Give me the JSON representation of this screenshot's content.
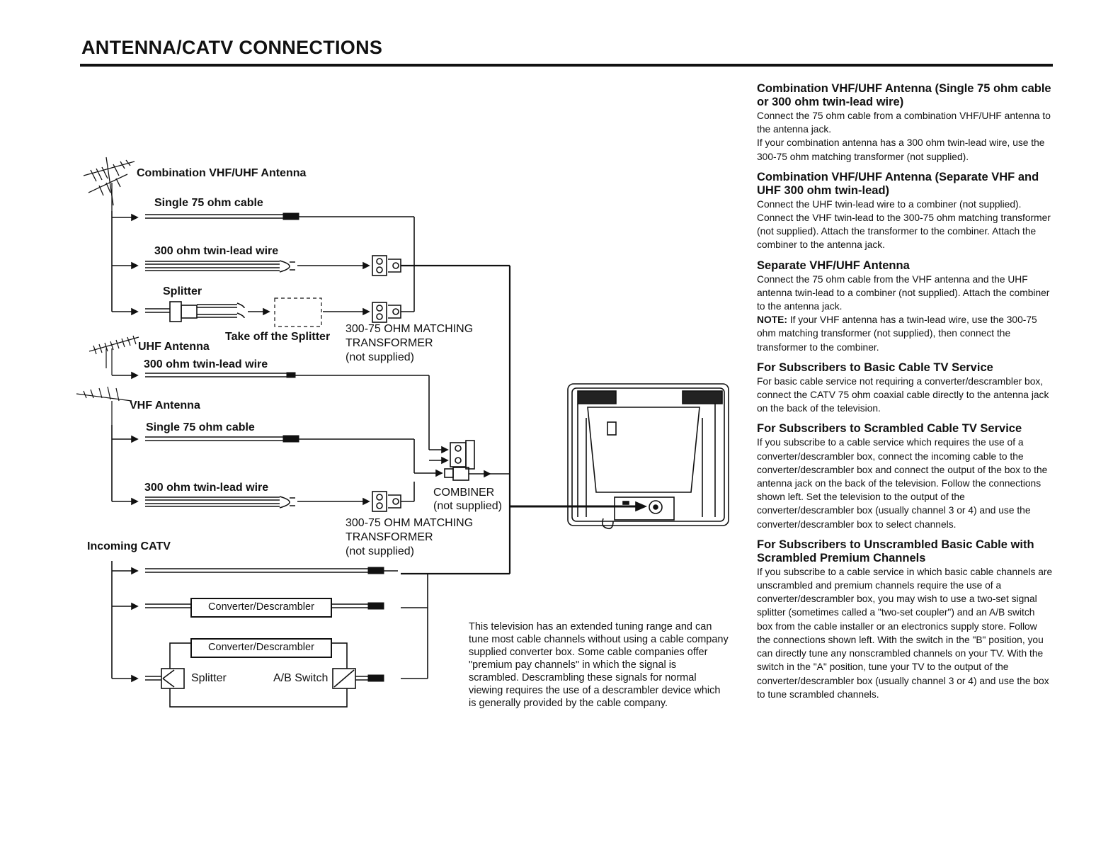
{
  "title": "ANTENNA/CATV CONNECTIONS",
  "diagram": {
    "combo_antenna": "Combination VHF/UHF Antenna",
    "single_cable_1": "Single 75 ohm cable",
    "twin_lead_1": "300 ohm twin-lead wire",
    "splitter_top": "Splitter",
    "take_off": "Take off the Splitter",
    "transformer_1": [
      "300-75 OHM MATCHING",
      "TRANSFORMER",
      "(not supplied)"
    ],
    "uhf_antenna": "UHF Antenna",
    "twin_lead_uhf": "300 ohm twin-lead wire",
    "vhf_antenna": "VHF Antenna",
    "single_cable_vhf": "Single 75 ohm cable",
    "twin_lead_vhf": "300 ohm twin-lead wire",
    "combiner": [
      "COMBINER",
      "(not supplied)"
    ],
    "transformer_2": [
      "300-75 OHM MATCHING",
      "TRANSFORMER",
      "(not supplied)"
    ],
    "incoming_catv": "Incoming CATV",
    "converter_1": "Converter/Descrambler",
    "converter_2": "Converter/Descrambler",
    "splitter_bottom": "Splitter",
    "ab_switch": "A/B Switch"
  },
  "middle_note": "This television has an extended tuning range and can tune most cable channels without using a cable company supplied converter box. Some cable companies offer \"premium pay channels\" in which the signal is scrambled. Descrambling these signals for normal viewing requires the use of a descrambler device which is generally provided by the cable company.",
  "sections": [
    {
      "heading": "Combination VHF/UHF Antenna (Single 75 ohm cable or 300 ohm twin-lead wire)",
      "paragraphs": [
        "Connect the 75 ohm cable from a combination VHF/UHF antenna to the antenna jack.",
        "If your combination antenna has a 300 ohm twin-lead wire, use the 300-75 ohm matching transformer (not supplied)."
      ]
    },
    {
      "heading": "Combination VHF/UHF Antenna (Separate VHF and UHF 300 ohm twin-lead)",
      "paragraphs": [
        "Connect the UHF twin-lead wire to a combiner (not supplied). Connect the VHF twin-lead to the 300-75 ohm matching transformer (not supplied). Attach the transformer to the combiner. Attach the combiner to the antenna jack."
      ]
    },
    {
      "heading": "Separate VHF/UHF Antenna",
      "paragraphs": [
        "Connect the 75 ohm cable from the VHF antenna and the UHF antenna twin-lead to a combiner (not supplied). Attach the combiner to the antenna jack."
      ],
      "note_label": "NOTE:",
      "note_text": " If your VHF antenna has a twin-lead wire, use the 300-75 ohm matching transformer (not supplied), then connect the transformer to the combiner."
    },
    {
      "heading": "For Subscribers to Basic Cable TV Service",
      "paragraphs": [
        "For basic cable service not requiring a converter/descrambler box, connect the CATV 75 ohm coaxial cable directly to the antenna jack on the back of the television."
      ]
    },
    {
      "heading": "For Subscribers to Scrambled Cable TV Service",
      "paragraphs": [
        "If you subscribe to a cable service which requires the use of a converter/descrambler box, connect the incoming cable to the converter/descrambler box and connect the output of the box to the antenna jack on the back of the television. Follow the connections shown left. Set the television to the output of the converter/descrambler box (usually channel 3 or 4) and use the converter/descrambler box to select channels."
      ]
    },
    {
      "heading": "For Subscribers to Unscrambled Basic Cable with Scrambled Premium Channels",
      "paragraphs": [
        "If you subscribe to a cable service in which basic cable channels are unscrambled and premium channels require the use of a converter/descrambler box, you may wish to use a two-set signal splitter (sometimes called a \"two-set coupler\") and an A/B switch box from the cable installer or an electronics supply store. Follow the connections shown left. With the switch in the \"B\" position, you can directly tune any nonscrambled channels on your TV. With the switch in the \"A\" position, tune your TV to the output of the converter/descrambler box (usually channel 3 or 4) and use the box to tune scrambled channels."
      ]
    }
  ]
}
